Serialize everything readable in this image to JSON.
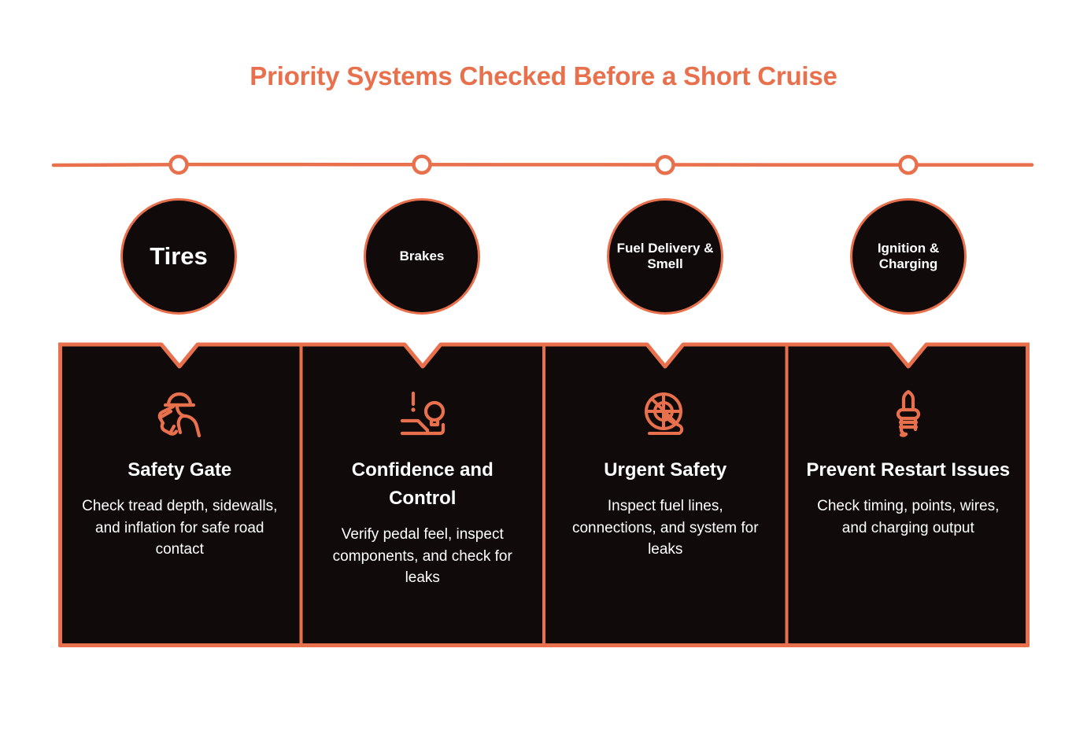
{
  "title": "Priority Systems Checked Before a Short Cruise",
  "colors": {
    "accent": "#E8704C",
    "panel_background": "#100B0A",
    "page_background": "#FFFFFF",
    "text_on_dark": "#FFFFFF"
  },
  "timeline": {
    "marker_count": 4,
    "marker_icon": "timeline-node-icon"
  },
  "nodes": [
    {
      "label": "Tires",
      "label_size": "large"
    },
    {
      "label": "Brakes",
      "label_size": "small"
    },
    {
      "label": "Fuel Delivery &\nSmell",
      "label_size": "small"
    },
    {
      "label": "Ignition &\nCharging",
      "label_size": "small"
    }
  ],
  "panels": [
    {
      "icon": "person-inspecting-icon",
      "title": "Safety Gate",
      "description": "Check tread depth, sidewalls, and inflation for safe road contact"
    },
    {
      "icon": "brake-pedal-alert-icon",
      "title": "Confidence and Control",
      "description": "Verify pedal feel, inspect components, and check for leaks"
    },
    {
      "icon": "fuel-leak-blocked-icon",
      "title": "Urgent Safety",
      "description": "Inspect fuel lines, connections, and system for leaks"
    },
    {
      "icon": "spark-plug-icon",
      "title": "Prevent Restart Issues",
      "description": "Check timing, points, wires, and charging output"
    }
  ]
}
